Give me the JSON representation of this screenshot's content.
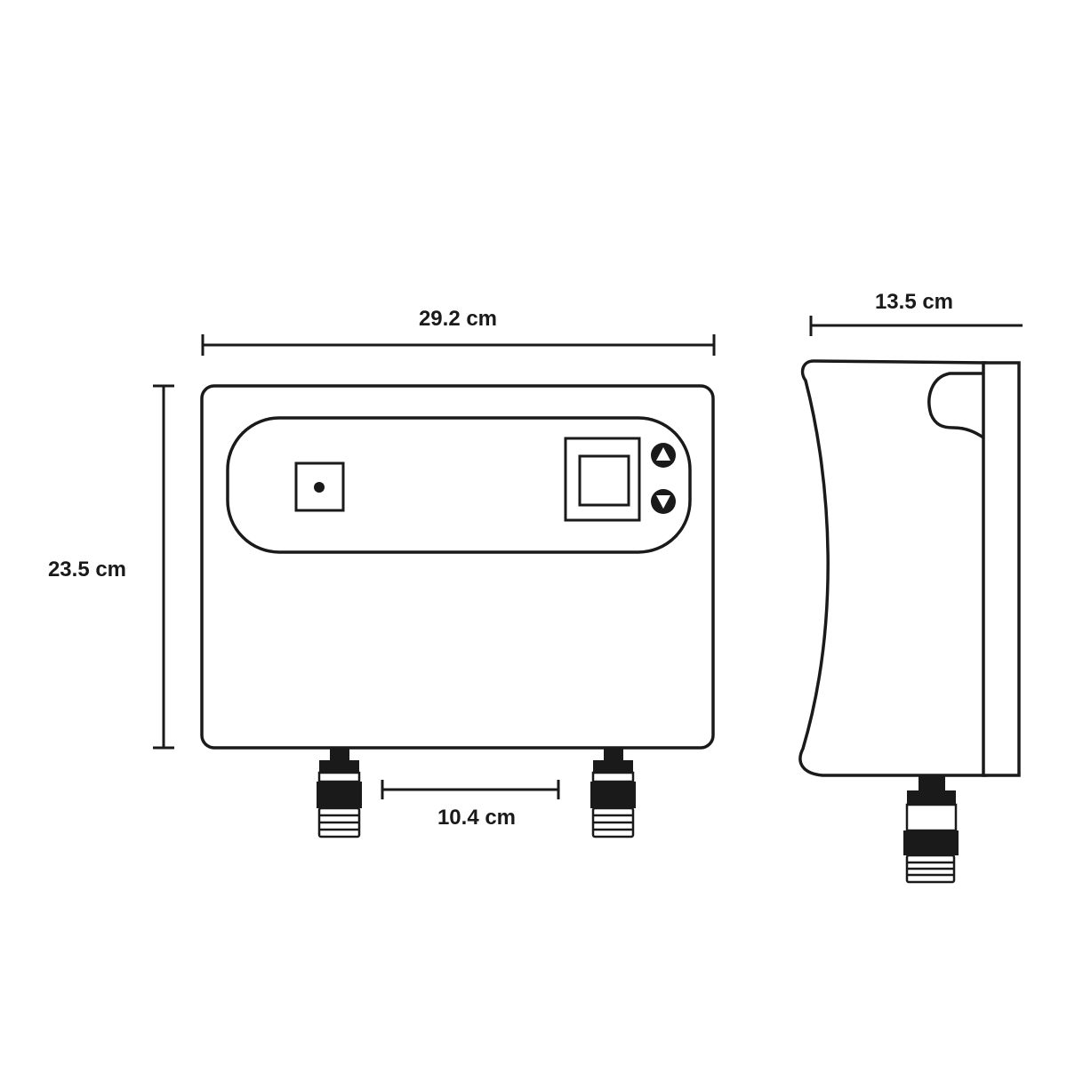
{
  "dimensions": {
    "width": "29.2 cm",
    "height": "23.5 cm",
    "fitting_spacing": "10.4 cm",
    "depth": "13.5 cm"
  },
  "icons": {
    "up": "triangle-up-icon",
    "down": "triangle-down-icon"
  },
  "colors": {
    "line": "#1a1a1a",
    "background": "#ffffff"
  }
}
